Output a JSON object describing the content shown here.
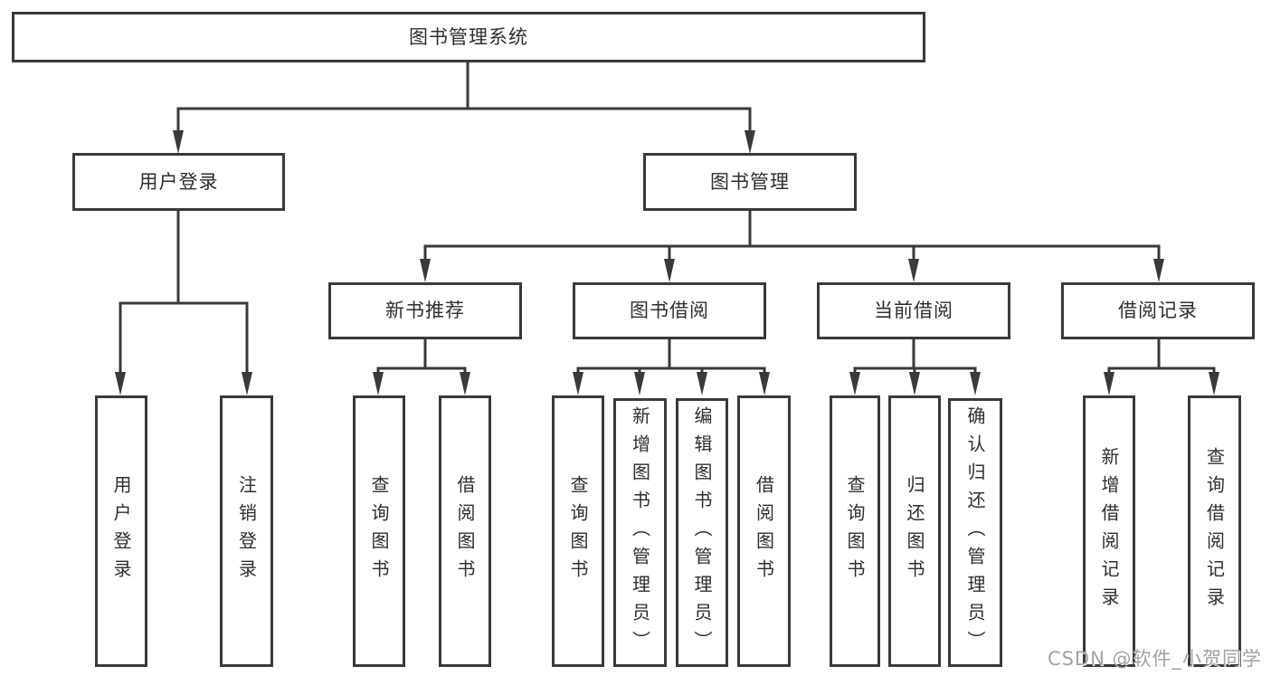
{
  "diagram_title": "图书管理系统",
  "colors": {
    "line": "#3a3a3a",
    "text": "#2e2e2e",
    "watermark": "#a2a2a2",
    "background": "#ffffff"
  },
  "watermark": {
    "text": "CSDN @软件_小贺同学"
  },
  "tree": {
    "label": "图书管理系统",
    "children": [
      {
        "label": "用户登录",
        "children": [
          {
            "label": "用户登录"
          },
          {
            "label": "注销登录"
          }
        ]
      },
      {
        "label": "图书管理",
        "children": [
          {
            "label": "新书推荐",
            "children": [
              {
                "label": "查询图书"
              },
              {
                "label": "借阅图书"
              }
            ]
          },
          {
            "label": "图书借阅",
            "children": [
              {
                "label": "查询图书"
              },
              {
                "label": "新增图书（管理员）"
              },
              {
                "label": "编辑图书（管理员）"
              },
              {
                "label": "借阅图书"
              }
            ]
          },
          {
            "label": "当前借阅",
            "children": [
              {
                "label": "查询图书"
              },
              {
                "label": "归还图书"
              },
              {
                "label": "确认归还（管理员）"
              }
            ]
          },
          {
            "label": "借阅记录",
            "children": [
              {
                "label": "新增借阅记录"
              },
              {
                "label": "查询借阅记录"
              }
            ]
          }
        ]
      }
    ]
  }
}
